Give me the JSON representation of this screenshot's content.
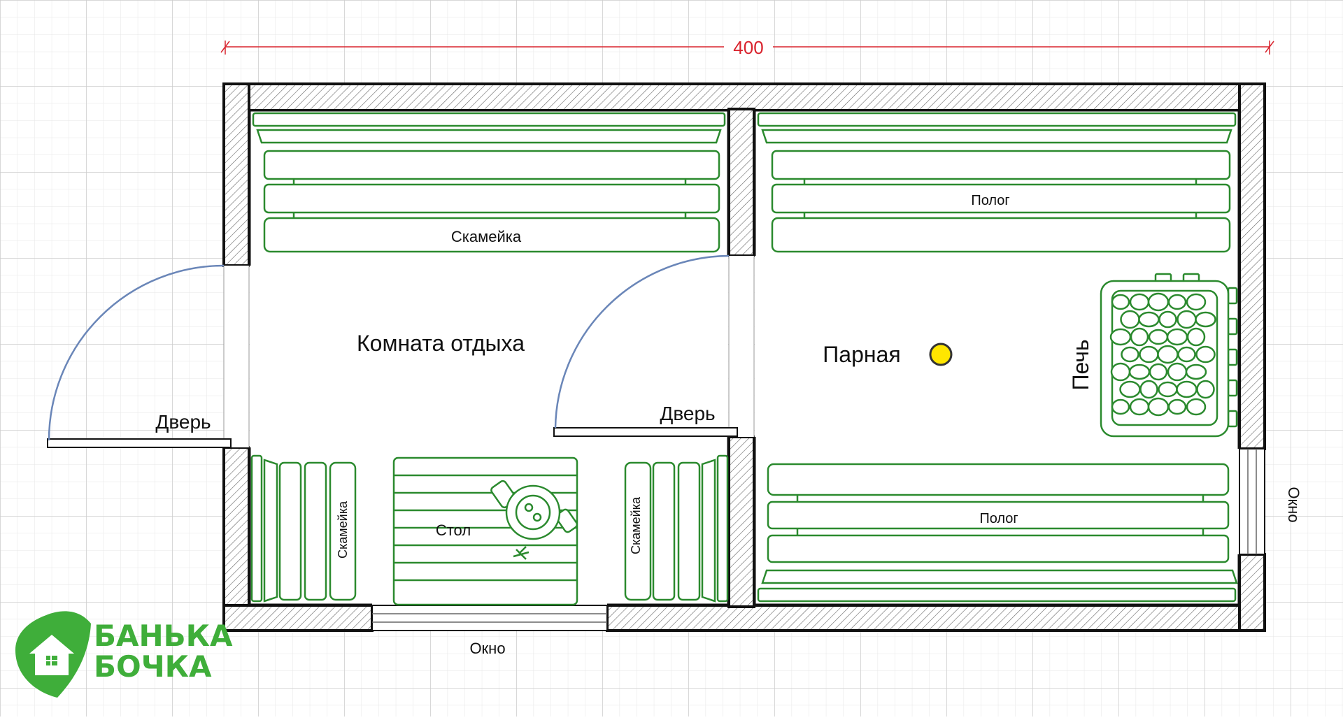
{
  "dimension": {
    "value": "400"
  },
  "rooms": {
    "rest_room": "Комната отдыха",
    "steam_room": "Парная"
  },
  "labels": {
    "bench_top": "Скамейка",
    "bench_left": "Скамейка",
    "bench_right": "Скамейка",
    "table": "Стол",
    "shelf_top": "Полог",
    "shelf_bottom": "Полог",
    "stove": "Печь",
    "door_outer": "Дверь",
    "door_inner": "Дверь",
    "window_bottom": "Окно",
    "window_right": "Окно"
  },
  "logo": {
    "line1": "БАНЬКА",
    "line2": "БОЧКА"
  },
  "colors": {
    "wall": "#111111",
    "furniture": "#2b8a2e",
    "dimension": "#d9232d",
    "door_arc": "#6a86b8",
    "grid_major": "#cfcfcf",
    "grid_minor": "#e8e8e8",
    "lamp": "#ffe600",
    "logo": "#3fae3a"
  },
  "icons": {
    "lamp": "lamp-icon",
    "logo": "house-leaf-logo-icon"
  }
}
